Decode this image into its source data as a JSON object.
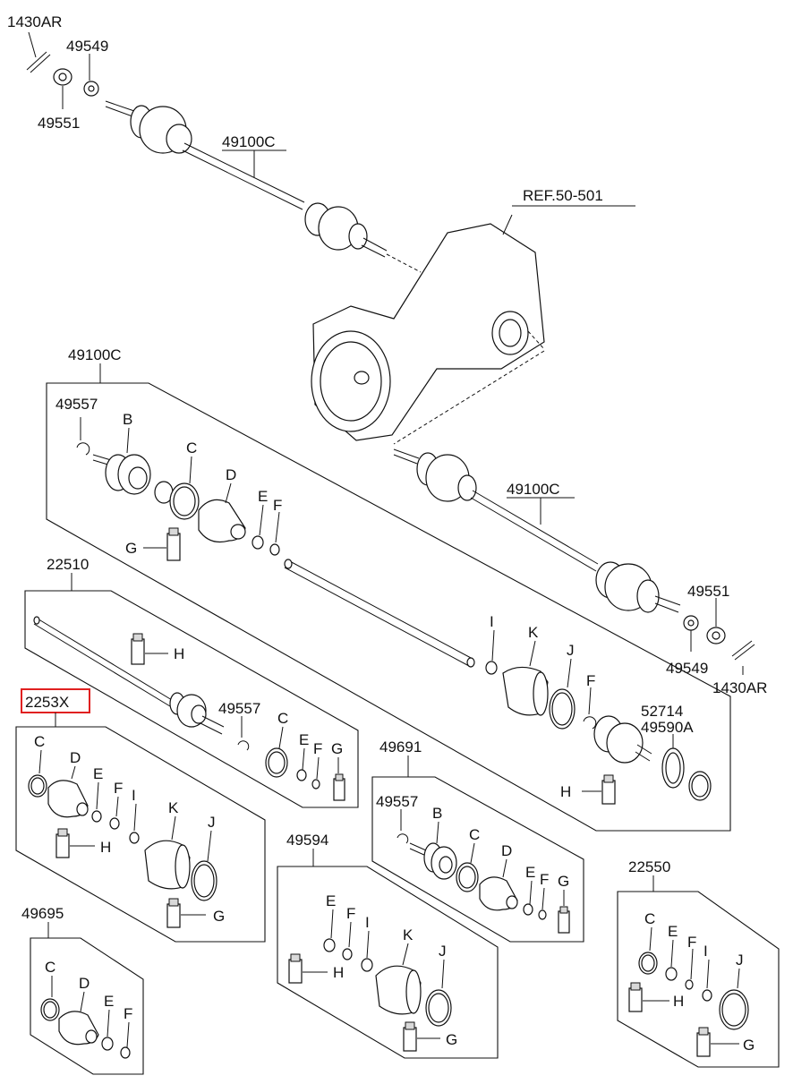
{
  "labels": {
    "bolt_top": "1430AR",
    "washer_top": "49549",
    "nut_top": "49551",
    "shaft_top": "49100C",
    "ref": "REF.50-501",
    "group_main": "49100C",
    "main_snap": "49557",
    "main_b": "B",
    "main_c": "C",
    "main_d": "D",
    "main_e": "E",
    "main_f": "F",
    "main_g": "G",
    "shaft_right": "49100C",
    "nut_right": "49551",
    "washer_right": "49549",
    "bolt_right": "1430AR",
    "group_22510": "22510",
    "g22510_h": "H",
    "g22510_snap": "49557",
    "g22510_c": "C",
    "g22510_e": "E",
    "g22510_f": "F",
    "g22510_g": "G",
    "main_i": "I",
    "main_k": "K",
    "main_j": "J",
    "main_f2": "F",
    "abs_ring": "52714",
    "abs_ring2": "49590A",
    "main_h": "H",
    "group_2253x": "2253X",
    "g2253_c": "C",
    "g2253_d": "D",
    "g2253_e": "E",
    "g2253_f": "F",
    "g2253_i": "I",
    "g2253_h": "H",
    "g2253_k": "K",
    "g2253_j": "J",
    "g2253_g": "G",
    "group_49691": "49691",
    "g49691_snap": "49557",
    "g49691_b": "B",
    "g49691_c": "C",
    "g49691_d": "D",
    "g49691_e": "E",
    "g49691_f": "F",
    "g49691_g": "G",
    "group_49594": "49594",
    "g49594_e": "E",
    "g49594_f": "F",
    "g49594_i": "I",
    "g49594_k": "K",
    "g49594_j": "J",
    "g49594_h": "H",
    "g49594_g": "G",
    "group_22550": "22550",
    "g22550_c": "C",
    "g22550_e": "E",
    "g22550_f": "F",
    "g22550_i": "I",
    "g22550_j": "J",
    "g22550_h": "H",
    "g22550_g": "G",
    "group_49695": "49695",
    "g49695_c": "C",
    "g49695_d": "D",
    "g49695_e": "E",
    "g49695_f": "F"
  },
  "colors": {
    "line": "#111111",
    "highlight": "#e02020",
    "background": "#ffffff"
  }
}
